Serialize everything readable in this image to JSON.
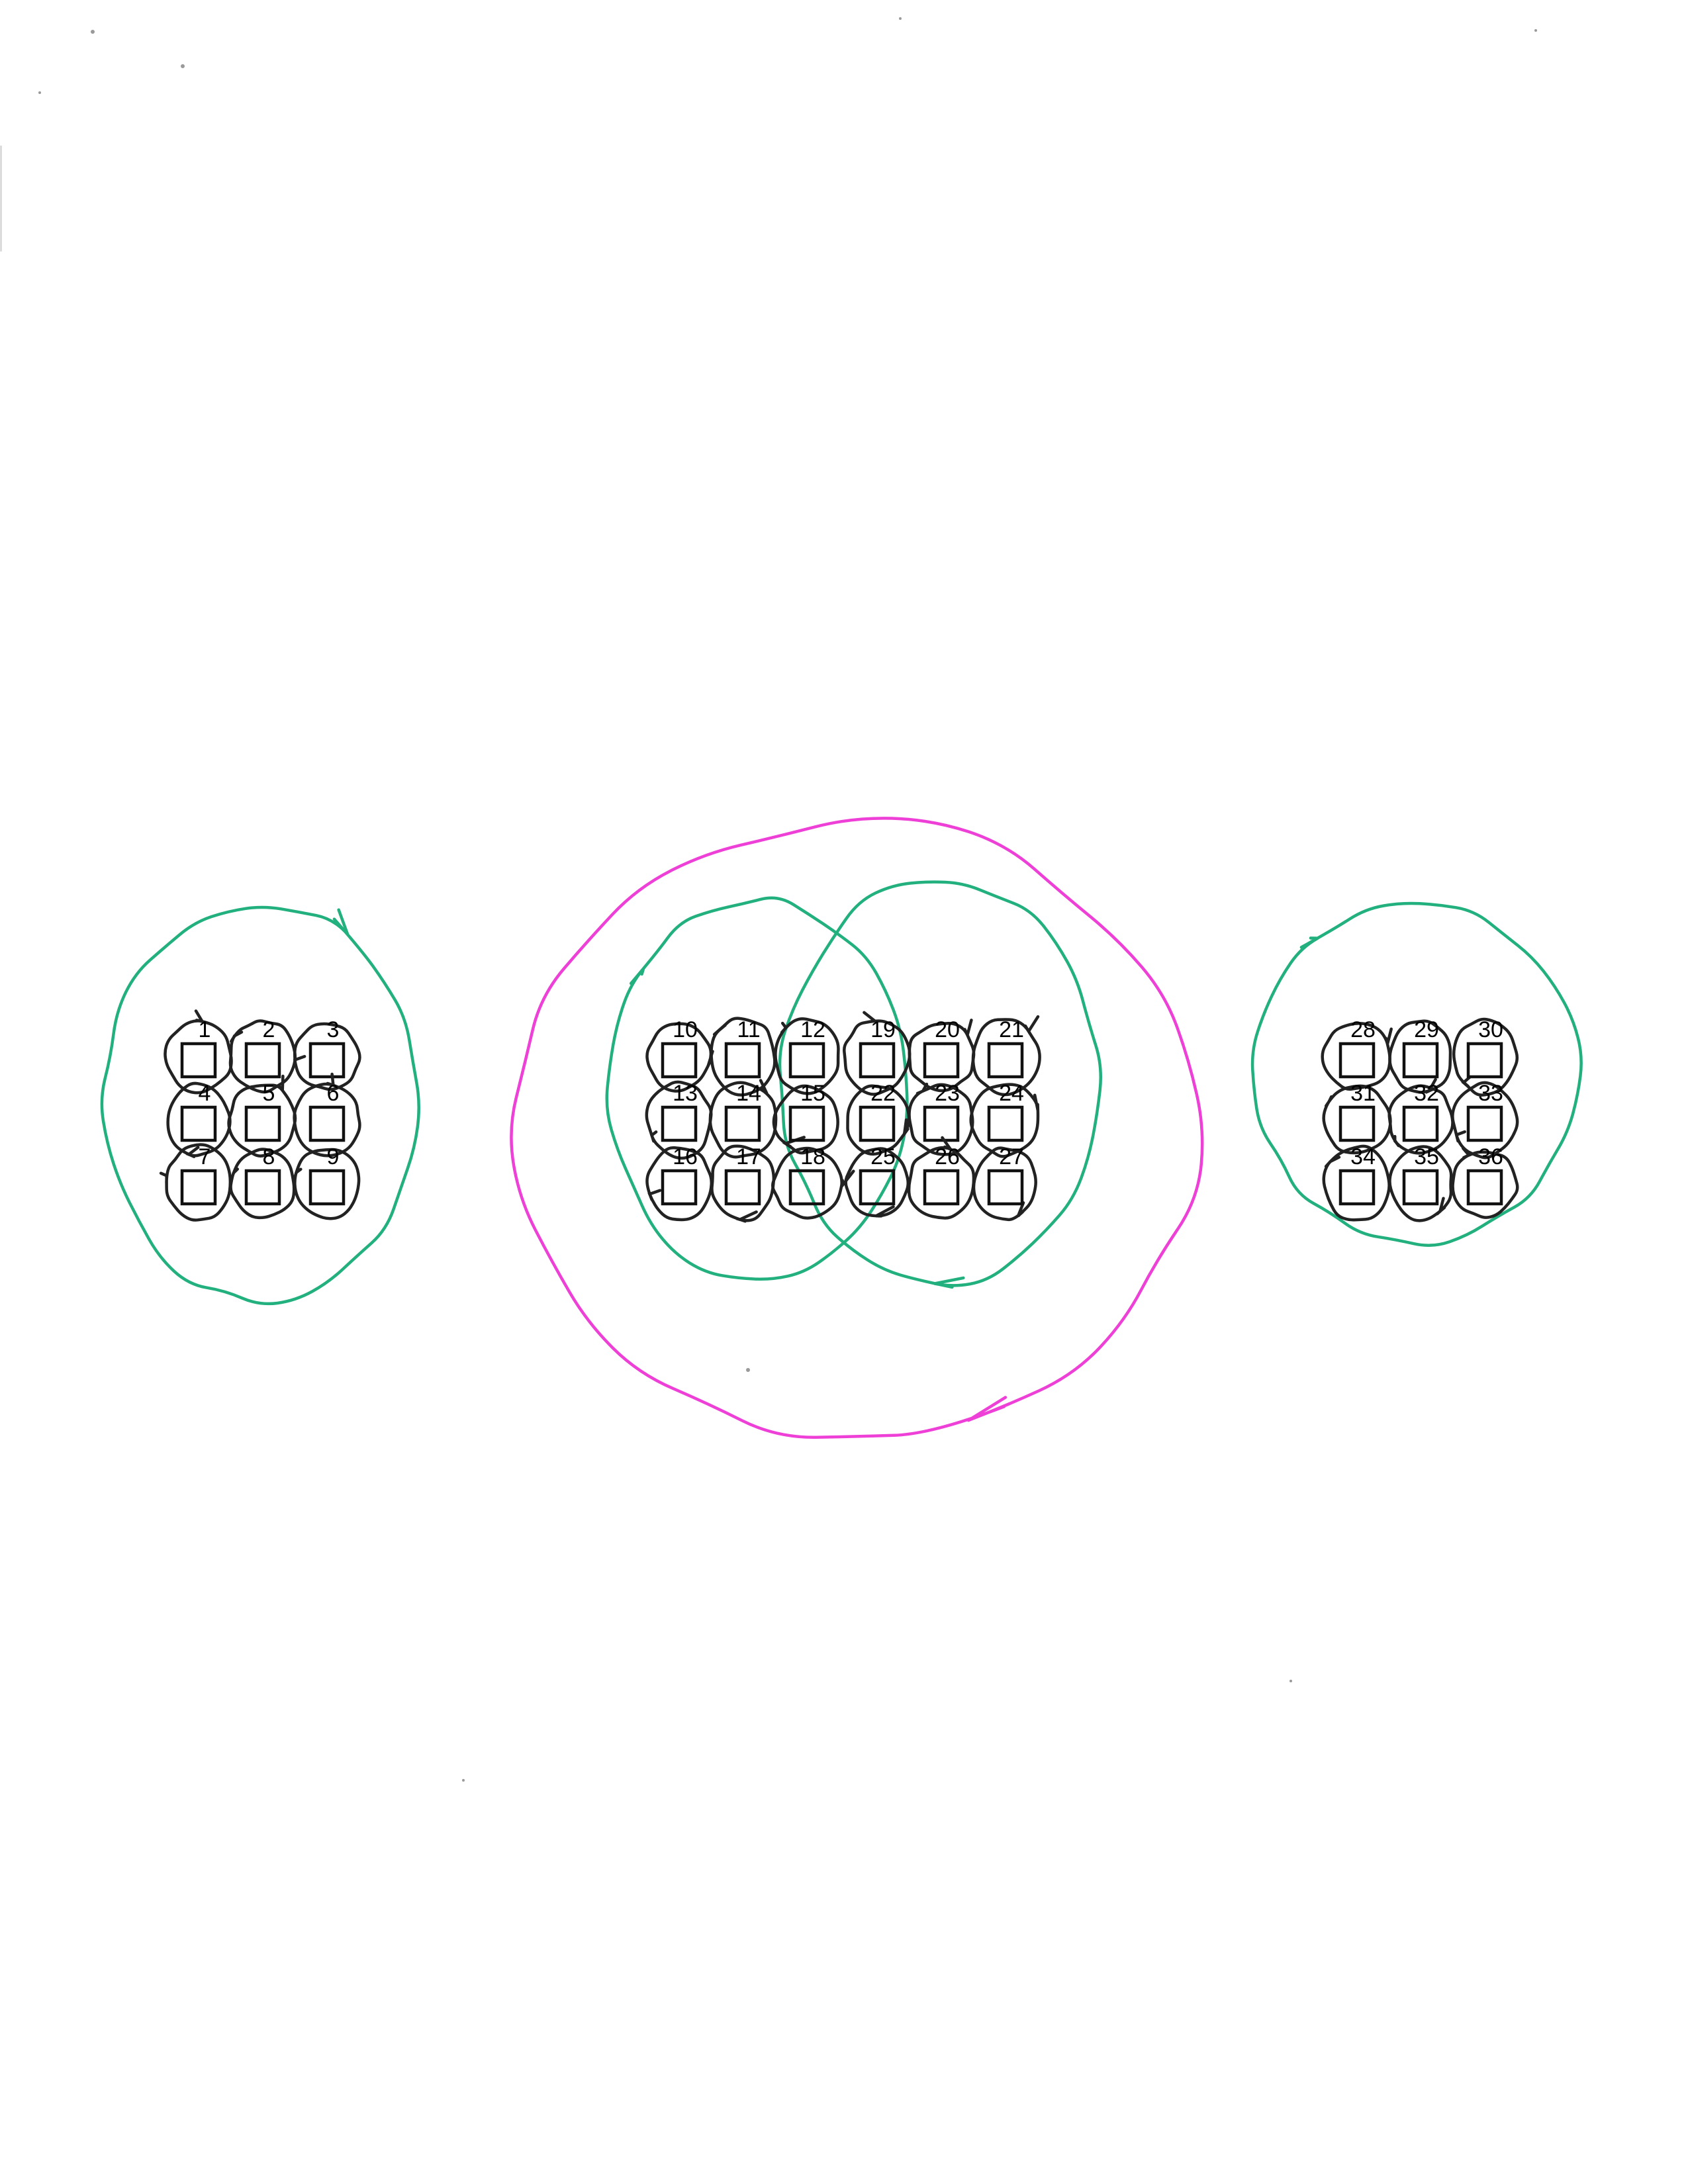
{
  "colors": {
    "teal": "#22b07e",
    "magenta": "#ee3fd7",
    "ink": "#111111",
    "pencil": "#222222"
  },
  "cells": [
    {
      "id": 1,
      "label": "1"
    },
    {
      "id": 2,
      "label": "2"
    },
    {
      "id": 3,
      "label": "3"
    },
    {
      "id": 4,
      "label": "4"
    },
    {
      "id": 5,
      "label": "5"
    },
    {
      "id": 6,
      "label": "6"
    },
    {
      "id": 7,
      "label": "7"
    },
    {
      "id": 8,
      "label": "8"
    },
    {
      "id": 9,
      "label": "9"
    },
    {
      "id": 10,
      "label": "10"
    },
    {
      "id": 11,
      "label": "11"
    },
    {
      "id": 12,
      "label": "12"
    },
    {
      "id": 13,
      "label": "13"
    },
    {
      "id": 14,
      "label": "14"
    },
    {
      "id": 15,
      "label": "15"
    },
    {
      "id": 16,
      "label": "16"
    },
    {
      "id": 17,
      "label": "17"
    },
    {
      "id": 18,
      "label": "18"
    },
    {
      "id": 19,
      "label": "19"
    },
    {
      "id": 20,
      "label": "20"
    },
    {
      "id": 21,
      "label": "21"
    },
    {
      "id": 22,
      "label": "22"
    },
    {
      "id": 23,
      "label": "23"
    },
    {
      "id": 24,
      "label": "24"
    },
    {
      "id": 25,
      "label": "25"
    },
    {
      "id": 26,
      "label": "26"
    },
    {
      "id": 27,
      "label": "27"
    },
    {
      "id": 28,
      "label": "28"
    },
    {
      "id": 29,
      "label": "29"
    },
    {
      "id": 30,
      "label": "30"
    },
    {
      "id": 31,
      "label": "31"
    },
    {
      "id": 32,
      "label": "32"
    },
    {
      "id": 33,
      "label": "33"
    },
    {
      "id": 34,
      "label": "34"
    },
    {
      "id": 35,
      "label": "35"
    },
    {
      "id": 36,
      "label": "36"
    }
  ],
  "groups": [
    {
      "name": "group-a",
      "color": "teal",
      "cells": [
        1,
        2,
        3,
        4,
        5,
        6,
        7,
        8,
        9
      ]
    },
    {
      "name": "group-b",
      "color": "teal",
      "cells": [
        10,
        11,
        12,
        13,
        14,
        15,
        16,
        17,
        18
      ]
    },
    {
      "name": "group-c",
      "color": "teal",
      "cells": [
        19,
        20,
        21,
        22,
        23,
        24,
        25,
        26,
        27
      ]
    },
    {
      "name": "group-d",
      "color": "teal",
      "cells": [
        28,
        29,
        30,
        31,
        32,
        33,
        34,
        35,
        36
      ]
    },
    {
      "name": "group-bc",
      "color": "magenta",
      "cells": [
        10,
        11,
        12,
        13,
        14,
        15,
        16,
        17,
        18,
        19,
        20,
        21,
        22,
        23,
        24,
        25,
        26,
        27
      ]
    }
  ]
}
